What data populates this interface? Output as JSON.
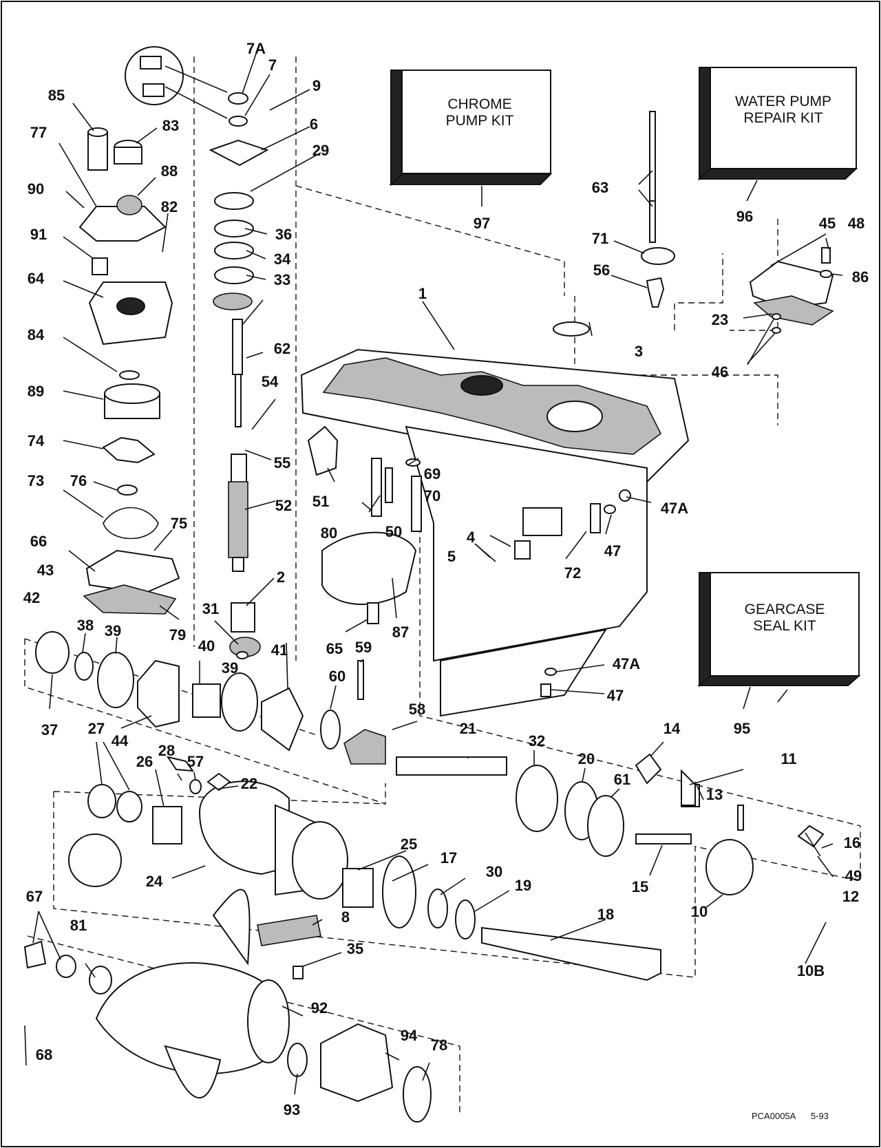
{
  "kits": {
    "chrome_pump": {
      "line1": "CHROME",
      "line2": "PUMP KIT",
      "ref": "97"
    },
    "water_pump": {
      "line1": "WATER PUMP",
      "line2": "REPAIR KIT",
      "ref": "96"
    },
    "gearcase_seal": {
      "line1": "GEARCASE",
      "line2": "SEAL KIT",
      "ref": "95"
    }
  },
  "labels": {
    "l7A": "7A",
    "l7": "7",
    "l9": "9",
    "l6": "6",
    "l29": "29",
    "l36": "36",
    "l34": "34",
    "l33": "33",
    "l62": "62",
    "l54": "54",
    "l55": "55",
    "l52": "52",
    "l2": "2",
    "l31": "31",
    "l39a": "39",
    "l41": "41",
    "l85": "85",
    "l83": "83",
    "l77": "77",
    "l88": "88",
    "l90": "90",
    "l82": "82",
    "l91": "91",
    "l64": "64",
    "l84": "84",
    "l89": "89",
    "l74": "74",
    "l76": "76",
    "l73": "73",
    "l75": "75",
    "l66": "66",
    "l43": "43",
    "l42": "42",
    "l79": "79",
    "l38": "38",
    "l39b": "39",
    "l40": "40",
    "l37": "37",
    "l44": "44",
    "l27": "27",
    "l28": "28",
    "l26": "26",
    "l57": "57",
    "l22": "22",
    "l24": "24",
    "l25": "25",
    "l17": "17",
    "l30": "30",
    "l19": "19",
    "l8": "8",
    "l35": "35",
    "l18": "18",
    "l67": "67",
    "l81": "81",
    "l68": "68",
    "l92": "92",
    "l94": "94",
    "l78": "78",
    "l93": "93",
    "l1": "1",
    "l3": "3",
    "l63": "63",
    "l71": "71",
    "l56": "56",
    "l45": "45",
    "l48": "48",
    "l86": "86",
    "l23": "23",
    "l46": "46",
    "l69": "69",
    "l70": "70",
    "l51": "51",
    "l50": "50",
    "l80": "80",
    "l47Aa": "47A",
    "l47a": "47",
    "l4": "4",
    "l5": "5",
    "l72": "72",
    "l87": "87",
    "l65": "65",
    "l59": "59",
    "l60": "60",
    "l58": "58",
    "l21": "21",
    "l32": "32",
    "l20": "20",
    "l61": "61",
    "l14": "14",
    "l11": "11",
    "l13": "13",
    "l16": "16",
    "l15": "15",
    "l49": "49",
    "l12": "12",
    "l10": "10",
    "l10B": "10B",
    "l47Ab": "47A",
    "l47b": "47"
  },
  "footer": {
    "code": "PCA0005A",
    "date": "5-93"
  }
}
